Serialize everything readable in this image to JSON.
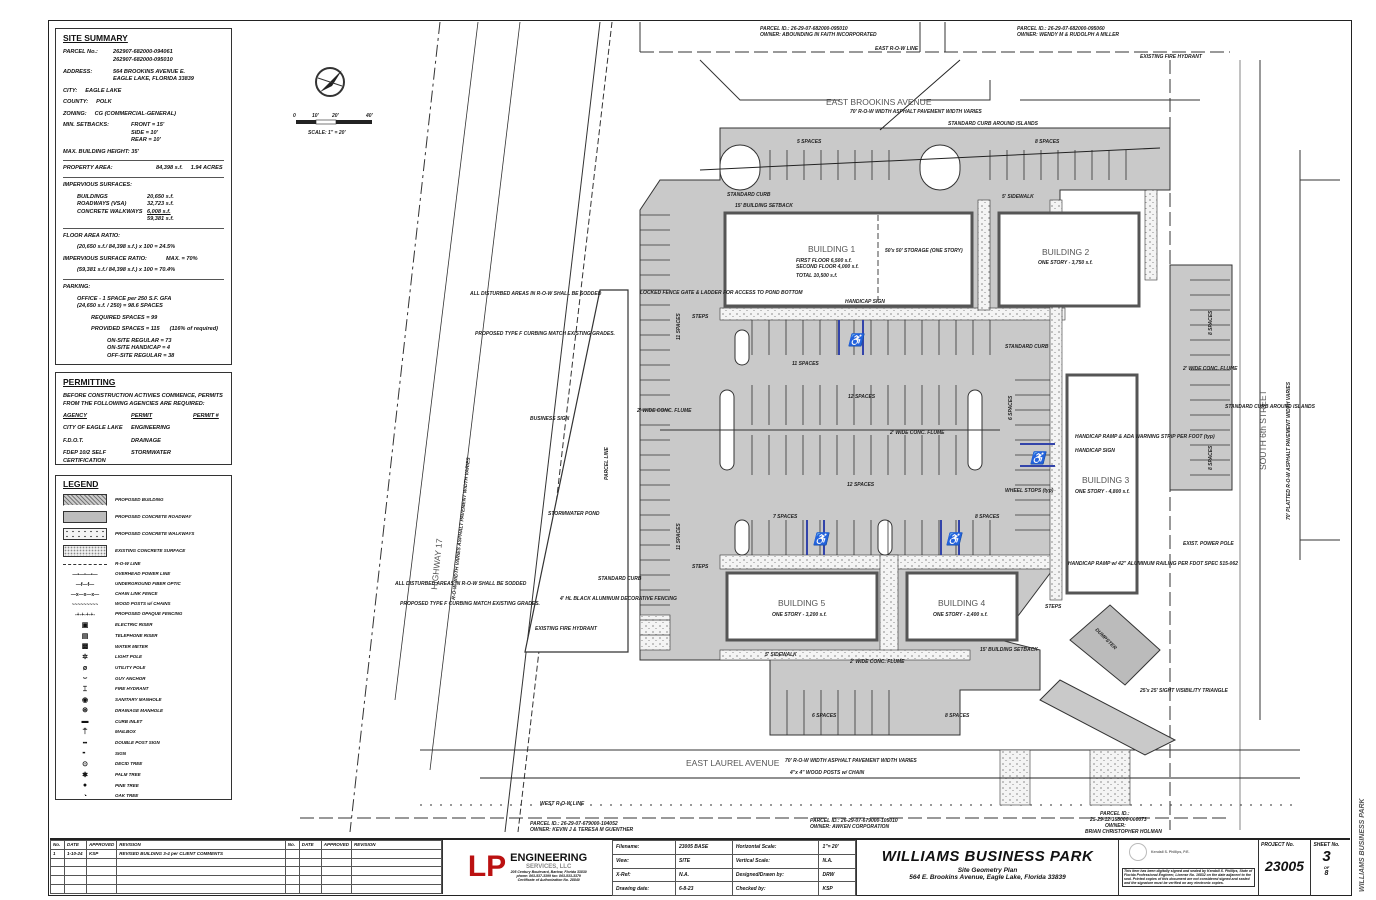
{
  "site_summary": {
    "title": "SITE SUMMARY",
    "parcel_label": "PARCEL No.:",
    "parcels": [
      "262907-682000-094061",
      "262907-682000-095010"
    ],
    "address_label": "ADDRESS:",
    "address": [
      "564 BROOKINS AVENUE E.",
      "EAGLE LAKE, FLORIDA  33839"
    ],
    "city_label": "CITY:",
    "city": "EAGLE LAKE",
    "county_label": "COUNTY:",
    "county": "POLK",
    "zoning_label": "ZONING:",
    "zoning": "CG (COMMERCIAL-GENERAL)",
    "setbacks_label": "MIN. SETBACKS:",
    "setbacks": [
      "FRONT = 15'",
      "SIDE =  10'",
      "REAR =  10'"
    ],
    "max_height": "MAX. BUILDING HEIGHT:  35'",
    "property_area_label": "PROPERTY AREA:",
    "property_area": "84,398 s.f.",
    "property_acres": "1.94 ACRES",
    "impervious_label": "IMPERVIOUS SURFACES:",
    "impervious": [
      {
        "k": "BUILDINGS",
        "v": "20,650 s.f."
      },
      {
        "k": "ROADWAYS (VSA)",
        "v": "32,723 s.f."
      },
      {
        "k": "CONCRETE WALKWAYS",
        "v": "6,008 s.f."
      },
      {
        "k": "",
        "v": "59,381 s.f."
      }
    ],
    "far_label": "FLOOR AREA RATIO:",
    "far": "(20,650 s.f./ 84,398 s.f.) x 100 = 24.5%",
    "isr_label": "IMPERVIOUS SURFACE RATIO:",
    "isr_max": "MAX. = 70%",
    "isr": "(59,381 s.f./ 84,398 s.f.) x 100 = 70.4%",
    "parking_label": "PARKING:",
    "parking": [
      "OFFICE - 1 SPACE per 250 S.F. GFA",
      "(24,650 s.f. / 250) = 98.6 SPACES"
    ],
    "required": "REQUIRED SPACES = 99",
    "provided": "PROVIDED SPACES = 115",
    "provided_pct": "(116% of required)",
    "breakdown": [
      "ON-SITE REGULAR =  73",
      "ON-SITE HANDICAP =  4",
      "OFF-SITE REGULAR = 38"
    ]
  },
  "permitting": {
    "title": "PERMITTING",
    "intro": "BEFORE CONSTRUCTION ACTIVIES COMMENCE, PERMITS FROM THE FOLLOWING AGENCIES ARE REQUIRED:",
    "headers": [
      "AGENCY",
      "PERMIT",
      "PERMIT #"
    ],
    "rows": [
      [
        "CITY OF EAGLE LAKE",
        "ENGINEERING"
      ],
      [
        "F.D.O.T.",
        "DRAINAGE"
      ],
      [
        "FDEP 10/2 SELF CERTIFICATION",
        "STORMWATER"
      ]
    ]
  },
  "legend": {
    "title": "LEGEND",
    "swatches": [
      "PROPOSED BUILDING",
      "PROPOSED CONCRETE ROADWAY",
      "PROPOSED CONCRETE WALKWAYS",
      "EXISTING CONCRETE SURFACE"
    ],
    "lines": [
      "R-O-W LINE",
      "OVERHEAD POWER LINE",
      "UNDERGROUND FIBER OPTIC",
      "CHAIN LINK FENCE",
      "WOOD POSTS w/ CHAINS",
      "PROPOSED OPAQUE FENCING"
    ],
    "symbols": [
      "ELECTRIC RISER",
      "TELEPHONE RISER",
      "WATER METER",
      "LIGHT POLE",
      "UTILITY POLE",
      "GUY ANCHOR",
      "FIRE HYDRANT",
      "SANITARY MANHOLE",
      "DRAINAGE MANHOLE",
      "CURB INLET",
      "MAILBOX",
      "DOUBLE POST SIGN",
      "SIGN",
      "DECID TREE",
      "PALM TREE",
      "PINE TREE",
      "OAK TREE"
    ]
  },
  "plan": {
    "scale": "SCALE: 1\" = 20'",
    "scale_ticks": [
      "0",
      "10'",
      "20'",
      "40'"
    ],
    "street_north": "EAST BROOKINS AVENUE",
    "street_north_note": "70' R-O-W WIDTH ASPHALT PAVEMENT WIDTH VARIES",
    "street_south": "EAST LAUREL AVENUE",
    "street_south_note": "70' R-O-W WIDTH ASPHALT PAVEMENT WIDTH VARIES",
    "street_east": "SOUTH 6th STREET",
    "street_east_note": "70' PLATTED R-O-W ASPHALT PAVEMENT WIDTH VARIES",
    "street_west": "HIGHWAY 17",
    "street_west_note": "R-O-W WIDTH VARIES ASPHALT PAVEMENT WIDTH VARIES",
    "parcel_n1": [
      "PARCEL ID.: 26-29-07-682000-095010",
      "OWNER: ABOUNDING IN FAITH INCORPORATED"
    ],
    "parcel_n2": [
      "PARCEL ID.: 26-29-07-682000-095060",
      "OWNER: WENDY M & RUDOLPH A MILLER"
    ],
    "parcel_s1": [
      "PARCEL ID.: 26-29-07-679000-104052",
      "OWNER: KEVIN J & TERESA M GUENTHER"
    ],
    "parcel_s2": [
      "PARCEL ID.: 26-29-07-679000-105010",
      "OWNER: AWKEN CORPORATION"
    ],
    "parcel_s3": [
      "PARCEL ID.:",
      "25-29-12-358000-000073",
      "OWNER:",
      "BRIAN CHRISTOPHER HOLMAN"
    ],
    "east_row": "EAST R-O-W LINE",
    "west_row": "WEST R-O-W LINE",
    "hydrant": "EXISTING FIRE HYDRANT",
    "hydrant2": "EXISTING FIRE HYDRANT",
    "b1": {
      "name": "BUILDING 1",
      "l1": "FIRST FLOOR      6,500 s.f.",
      "l2": "SECOND FLOOR     4,000 s.f.",
      "l3": "TOTAL           10,500 s.f.",
      "storage": "50'x 50' STORAGE (ONE STORY)"
    },
    "b2": {
      "name": "BUILDING 2",
      "desc": "ONE STORY - 3,750 s.f."
    },
    "b3": {
      "name": "BUILDING 3",
      "desc": "ONE STORY - 4,800 s.f."
    },
    "b4": {
      "name": "BUILDING 4",
      "desc": "ONE STORY - 2,400 s.f."
    },
    "b5": {
      "name": "BUILDING 5",
      "desc": "ONE STORY - 3,200 s.f."
    },
    "pond": "STORMWATER POND",
    "fence": "4' HL BLACK ALUMINUM DECORATIVE FENCING",
    "pond_gate": "LOCKED FENCE GATE & LADDER FOR ACCESS TO POND BOTTOM",
    "disturbed": "ALL DISTURBED AREAS IN R-O-W SHALL BE SODDED",
    "curbing": "PROPOSED TYPE F CURBING MATCH EXISTING GRADES.",
    "spaces": [
      "5 SPACES",
      "8 SPACES",
      "11 SPACES",
      "11 SPACES",
      "12 SPACES",
      "12 SPACES",
      "7 SPACES",
      "8 SPACES",
      "6 SPACES",
      "8 SPACES",
      "11 SPACES",
      "8 SPACES",
      "8 SPACES",
      "6 SPACES",
      "8 SPACES"
    ],
    "setback": "15' BUILDING SETBACK",
    "sidewalk": "5' SIDEWALK",
    "flume": "2' WIDE CONC. FLUME",
    "handicap_sign": "HANDICAP SIGN",
    "ramp": "HANDICAP RAMP & ADA WARNING STRIP PER FOOT (typ)",
    "ramp_rail": "HANDICAP RAMP w/ 42\" ALUMINUM RAILING PER FDOT SPEC 515-062",
    "wheel_stops": "WHEEL STOPS (typ)",
    "steps": "STEPS",
    "std_curb": "STANDARD CURB",
    "sight": "25'x 25' SIGHT VISIBILITY TRIANGLE",
    "dumpster": "DUMPSTER",
    "power_pole": "EXIST. POWER POLE",
    "curb_islands": "STANDARD CURB AROUND ISLANDS",
    "business_sign": "BUSINESS SIGN",
    "parcel_line": "PARCEL LINE",
    "wood_posts": "4\"x 4\" WOOD POSTS w/ CHAIN",
    "fire_hydrant_ex": "EXISTING FIRE HYDRANT"
  },
  "revisions": {
    "headers": [
      "No.",
      "DATE",
      "APPROVED",
      "REVISION"
    ],
    "rows": [
      [
        "1",
        "1-10-24",
        "KSP",
        "REVISED BUILDING 3-4 per CLIENT COMMENTS"
      ]
    ]
  },
  "company": {
    "name": "ENGINEERING",
    "sub": "SERVICES, LLC",
    "address": "205 Century Boulevard, Bartow, Florida 33830",
    "phone": "phone: 863-537-3399   fax: 863-533-3379",
    "cert": "Certificate of Authorization No. 28840"
  },
  "drawing_info": [
    [
      "Filename:",
      "23005 BASE",
      "Horizontal Scale:",
      "1\"= 20'"
    ],
    [
      "View:",
      "SITE",
      "Vertical Scale:",
      "N.A."
    ],
    [
      "X-Ref:",
      "N.A.",
      "Designed/Drawn by:",
      "DRW"
    ],
    [
      "Drawing date:",
      "6-8-23",
      "Checked by:",
      "KSP"
    ]
  ],
  "project": {
    "title": "WILLIAMS BUSINESS PARK",
    "subtitle": "Site Geometry Plan",
    "address": "564 E. Brookins Avenue, Eagle Lake, Florida  33839"
  },
  "seal": {
    "signer": "Kendall S. Phillips, P.E.",
    "note": "This item has been digitally signed and sealed by Kendall S. Phillips, State of Florida Professional Engineer, License No. 16832 on the date adjacent to the seal. Printed copies of this document are not considered signed and sealed and the signature must be verified on any electronic copies."
  },
  "project_no": {
    "label": "PROJECT No.",
    "value": "23005"
  },
  "sheet": {
    "label": "SHEET No.",
    "value": "3",
    "of": "OF",
    "total": "8"
  },
  "side_label": "WILLIAMS BUSINESS PARK",
  "colors": {
    "paving": "#c9c9c9",
    "building_hatch": "#888",
    "ada": "#3344aa"
  }
}
